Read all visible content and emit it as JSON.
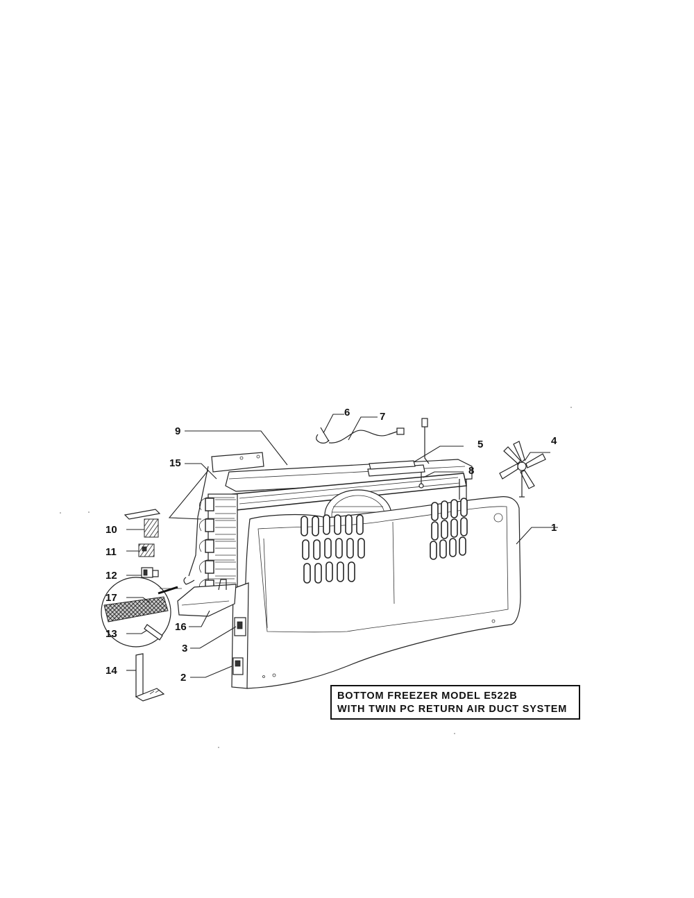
{
  "title_box": {
    "line1": "BOTTOM  FREEZER MODEL  E522B",
    "line2": "WITH TWIN PC RETURN AIR DUCT SYSTEM"
  },
  "callouts": [
    "1",
    "2",
    "3",
    "4",
    "5",
    "6",
    "7",
    "8",
    "9",
    "10",
    "11",
    "12",
    "13",
    "14",
    "15",
    "16",
    "17"
  ],
  "parts": [
    {
      "number": "1",
      "icon": "rear-panel-icon"
    },
    {
      "number": "2",
      "icon": "bracket-icon"
    },
    {
      "number": "3",
      "icon": "clip-icon"
    },
    {
      "number": "4",
      "icon": "fan-blade-icon"
    },
    {
      "number": "5",
      "icon": "heater-tube-icon"
    },
    {
      "number": "6",
      "icon": "sensor-icon"
    },
    {
      "number": "7",
      "icon": "wire-harness-icon"
    },
    {
      "number": "8",
      "icon": "thermostat-probe-icon"
    },
    {
      "number": "9",
      "icon": "top-rail-icon"
    },
    {
      "number": "10",
      "icon": "cover-plate-icon"
    },
    {
      "number": "11",
      "icon": "connector-block-icon"
    },
    {
      "number": "12",
      "icon": "terminal-icon"
    },
    {
      "number": "13",
      "icon": "filter-pad-icon"
    },
    {
      "number": "14",
      "icon": "drain-bracket-icon"
    },
    {
      "number": "15",
      "icon": "evaporator-coil-icon"
    },
    {
      "number": "16",
      "icon": "drain-pan-icon"
    },
    {
      "number": "17",
      "icon": "mesh-screen-icon"
    }
  ]
}
